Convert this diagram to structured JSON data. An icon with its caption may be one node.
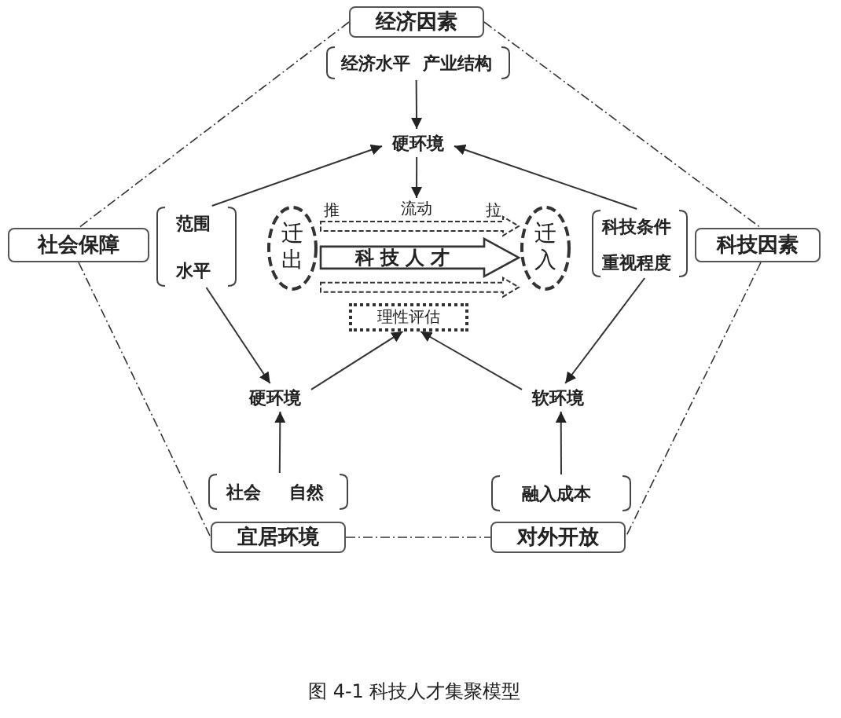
{
  "diagram": {
    "caption": "图 4-1 科技人才集聚模型",
    "nodes": [
      {
        "text": [
          "经济因素"
        ]
      },
      {
        "text": [
          "经济水平",
          "产业结构"
        ]
      },
      {
        "text": [
          "硬环境"
        ]
      },
      {
        "text": [
          "社会保障"
        ]
      },
      {
        "text": [
          "范围",
          "水平"
        ]
      },
      {
        "text": [
          "迁出"
        ]
      },
      {
        "text": [
          "迁入"
        ]
      },
      {
        "text": [
          "科技条件",
          "重视程度"
        ]
      },
      {
        "text": [
          "科技因素"
        ]
      },
      {
        "text": [
          "理性评估"
        ]
      },
      {
        "text": [
          "硬环境"
        ]
      },
      {
        "text": [
          "软环境"
        ]
      },
      {
        "text": [
          "社会",
          "自然"
        ]
      },
      {
        "text": [
          "融入成本"
        ]
      },
      {
        "text": [
          "宜居环境"
        ]
      },
      {
        "text": [
          "对外开放"
        ]
      },
      {
        "text": [
          "流动"
        ]
      }
    ],
    "edges": [
      {
        "from": 1,
        "to": 2,
        "arrow": "to"
      },
      {
        "from": 2,
        "to": 16,
        "arrow": "to"
      },
      {
        "from": 4,
        "to": 2,
        "arrow": "to"
      },
      {
        "from": 7,
        "to": 2,
        "arrow": "to"
      },
      {
        "from": 4,
        "to": 10,
        "arrow": "to"
      },
      {
        "from": 10,
        "to": 9,
        "arrow": "to"
      },
      {
        "from": 11,
        "to": 9,
        "arrow": "to"
      },
      {
        "from": 7,
        "to": 11,
        "arrow": "to"
      },
      {
        "from": 12,
        "to": 10,
        "arrow": "to"
      },
      {
        "from": 13,
        "to": 11,
        "arrow": "to"
      },
      {
        "from": 0,
        "to": 3,
        "arrow": "none",
        "style": "dashed"
      },
      {
        "from": 0,
        "to": 8,
        "arrow": "none",
        "style": "dashed"
      },
      {
        "from": 3,
        "to": 14,
        "arrow": "none",
        "style": "dashed"
      },
      {
        "from": 8,
        "to": 15,
        "arrow": "none",
        "style": "dashed"
      },
      {
        "from": 14,
        "to": 15,
        "arrow": "none",
        "style": "dashed"
      },
      {
        "from": 5,
        "to": 6,
        "arrow": "to",
        "style": "dashed"
      },
      {
        "from": 5,
        "to": 6,
        "arrow": "to",
        "style": "thick",
        "label": "科技人才"
      },
      {
        "from": 5,
        "to": 6,
        "arrow": "to",
        "style": "dashed"
      }
    ],
    "labels": [
      "推",
      "拉"
    ]
  }
}
